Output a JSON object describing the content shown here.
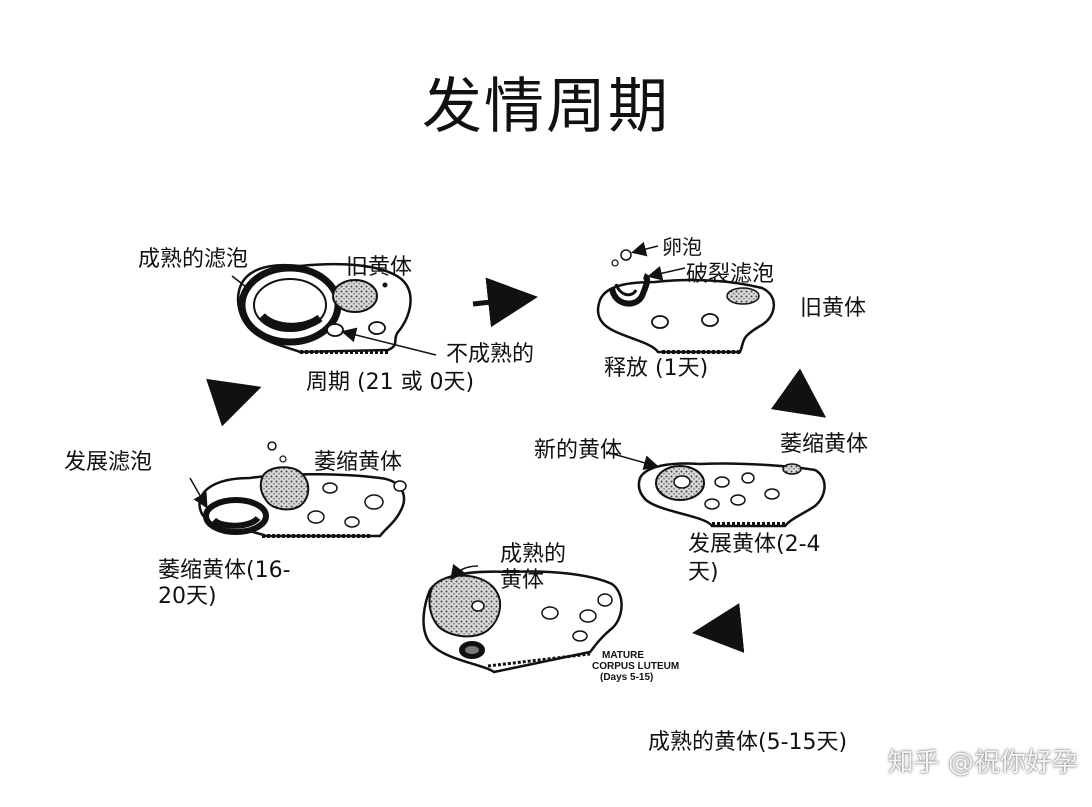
{
  "title": "发情周期",
  "panels": {
    "top_left": {
      "mature_follicle": "成熟的滤泡",
      "old_corpus_luteum": "旧黄体",
      "immature": "不成熟的",
      "cycle": "周期 (21 或 0天)"
    },
    "top_right": {
      "egg": "卵泡",
      "ruptured_follicle": "破裂滤泡",
      "old_corpus_luteum": "旧黄体",
      "release": "释放 (1天)"
    },
    "middle_right": {
      "new_corpus_luteum": "新的黄体",
      "atrophic_corpus_luteum": "萎缩黄体",
      "developing_line1": "发展黄体(2-4",
      "developing_line2": "天)"
    },
    "bottom_center": {
      "mature_cl_line1": "成熟的",
      "mature_cl_line2": "黄体",
      "en_line1": "MATURE",
      "en_line2": "CORPUS LUTEUM",
      "en_line3": "(Days 5-15)",
      "caption": "成熟的黄体(5-15天)"
    },
    "left": {
      "developing_follicle": "发展滤泡",
      "atrophic_corpus_luteum": "萎缩黄体",
      "atrophic_line1": "萎缩黄体(16-",
      "atrophic_line2": "20天)"
    }
  },
  "watermark": "知乎 @祝你好孕"
}
